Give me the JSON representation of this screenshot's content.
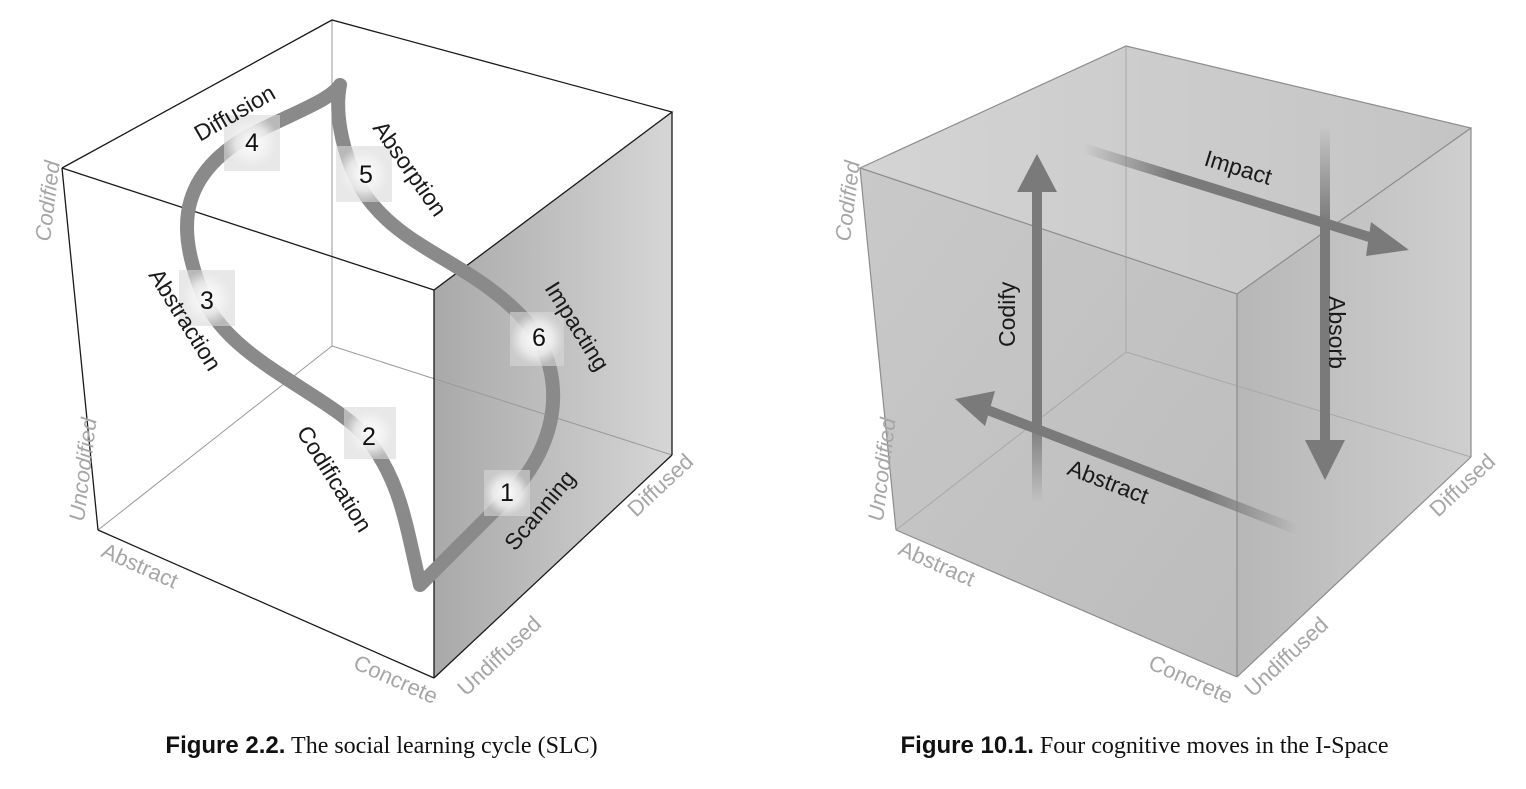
{
  "figures": [
    {
      "caption_prefix": "Figure 2.2.",
      "caption_text": "The social learning cycle (SLC)",
      "axes": {
        "codified": "Codified",
        "uncodified": "Uncodified",
        "abstract": "Abstract",
        "concrete": "Concrete",
        "undiffused": "Undiffused",
        "diffused": "Diffused"
      },
      "stages": [
        {
          "number": "1",
          "label": "Scanning"
        },
        {
          "number": "2",
          "label": "Codification"
        },
        {
          "number": "3",
          "label": "Abstraction"
        },
        {
          "number": "4",
          "label": "Diffusion"
        },
        {
          "number": "5",
          "label": "Absorption"
        },
        {
          "number": "6",
          "label": "Impacting"
        }
      ]
    },
    {
      "caption_prefix": "Figure 10.1.",
      "caption_text": "Four cognitive moves in the I-Space",
      "axes": {
        "codified": "Codified",
        "uncodified": "Uncodified",
        "abstract": "Abstract",
        "concrete": "Concrete",
        "undiffused": "Undiffused",
        "diffused": "Diffused"
      },
      "moves": {
        "codify": "Codify",
        "impact": "Impact",
        "absorb": "Absorb",
        "abstract": "Abstract"
      }
    }
  ],
  "colors": {
    "axis_text": "#a6a6a6",
    "curve": "#8a8a8a",
    "arrow": "#7a7a7a",
    "right_face": "#b8b8b8",
    "cube_right": "#cfcfcf"
  }
}
